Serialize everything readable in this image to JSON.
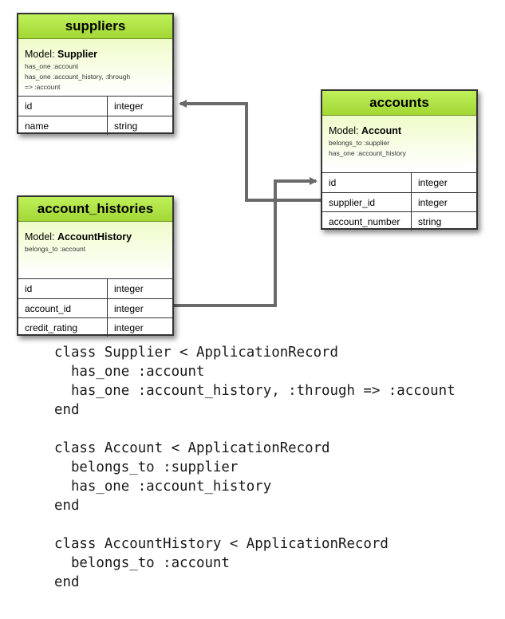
{
  "tables": {
    "suppliers": {
      "title": "suppliers",
      "model_prefix": "Model: ",
      "model_name": "Supplier",
      "associations": [
        "has_one :account",
        "has_one :account_history, :through",
        "=> :account"
      ],
      "columns": [
        {
          "name": "id",
          "type": "integer"
        },
        {
          "name": "name",
          "type": "string"
        }
      ]
    },
    "accounts": {
      "title": "accounts",
      "model_prefix": "Model: ",
      "model_name": "Account",
      "associations": [
        "belongs_to :supplier",
        "has_one :account_history"
      ],
      "columns": [
        {
          "name": "id",
          "type": "integer"
        },
        {
          "name": "supplier_id",
          "type": "integer"
        },
        {
          "name": "account_number",
          "type": "string"
        }
      ]
    },
    "account_histories": {
      "title": "account_histories",
      "model_prefix": "Model: ",
      "model_name": "AccountHistory",
      "associations": [
        "belongs_to :account"
      ],
      "columns": [
        {
          "name": "id",
          "type": "integer"
        },
        {
          "name": "account_id",
          "type": "integer"
        },
        {
          "name": "credit_rating",
          "type": "integer"
        }
      ]
    }
  },
  "connectors": [
    {
      "from": "accounts.supplier_id",
      "to": "suppliers.id"
    },
    {
      "from": "account_histories.account_id",
      "to": "accounts.id"
    }
  ],
  "code_lines": [
    "class Supplier < ApplicationRecord",
    "  has_one :account",
    "  has_one :account_history, :through => :account",
    "end",
    "",
    "class Account < ApplicationRecord",
    "  belongs_to :supplier",
    "  has_one :account_history",
    "end",
    "",
    "class AccountHistory < ApplicationRecord",
    "  belongs_to :account",
    "end"
  ],
  "colors": {
    "header_green": "#a8dd3c",
    "connector": "#6a6a6a",
    "border": "#333333"
  }
}
